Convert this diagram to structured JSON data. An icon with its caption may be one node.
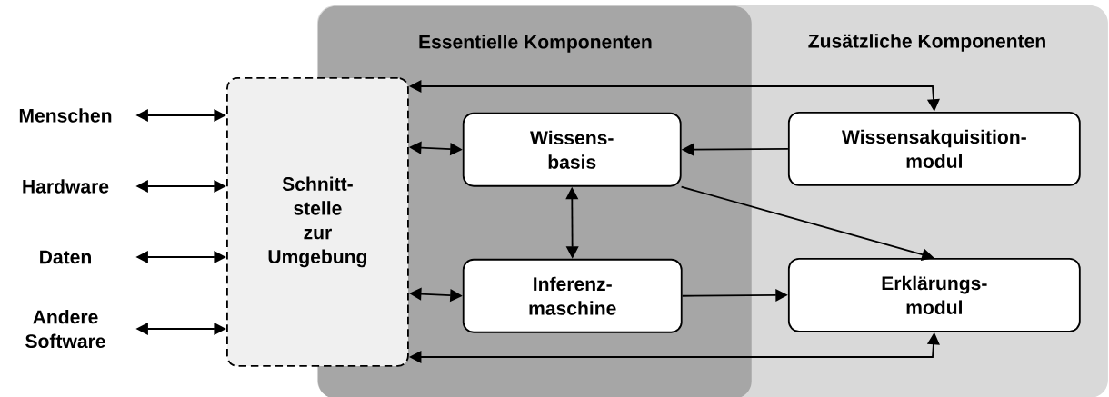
{
  "diagram": {
    "nodes": [
      {
        "text": [
          "Zusätzliche Komponenten"
        ]
      },
      {
        "text": [
          "Essentielle Komponenten"
        ],
        "in": 0
      },
      {
        "text": [
          "Menschen"
        ]
      },
      {
        "text": [
          "Hardware"
        ]
      },
      {
        "text": [
          "Daten"
        ]
      },
      {
        "text": [
          "Andere Software"
        ]
      },
      {
        "text": [
          "Schnitt- stelle zur Umgebung"
        ]
      },
      {
        "text": [
          "Wissens- basis"
        ],
        "in": 1
      },
      {
        "text": [
          "Wissensakquisition- modul"
        ],
        "in": 0
      },
      {
        "text": [
          "Inferenz- maschine"
        ],
        "in": 1
      },
      {
        "text": [
          "Erklärungs- modul"
        ],
        "in": 0
      }
    ],
    "edges": [
      {
        "from": 2,
        "to": 6,
        "arrow": "both"
      },
      {
        "from": 3,
        "to": 6,
        "arrow": "both"
      },
      {
        "from": 4,
        "to": 6,
        "arrow": "both"
      },
      {
        "from": 5,
        "to": 6,
        "arrow": "both"
      },
      {
        "from": 6,
        "to": 8,
        "arrow": "both"
      },
      {
        "from": 6,
        "to": 7,
        "arrow": "both"
      },
      {
        "from": 8,
        "to": 7,
        "arrow": "to"
      },
      {
        "from": 7,
        "to": 9,
        "arrow": "both"
      },
      {
        "from": 7,
        "to": 10,
        "arrow": "to"
      },
      {
        "from": 6,
        "to": 9,
        "arrow": "both"
      },
      {
        "from": 9,
        "to": 10,
        "arrow": "to"
      },
      {
        "from": 6,
        "to": 10,
        "arrow": "both"
      }
    ]
  }
}
